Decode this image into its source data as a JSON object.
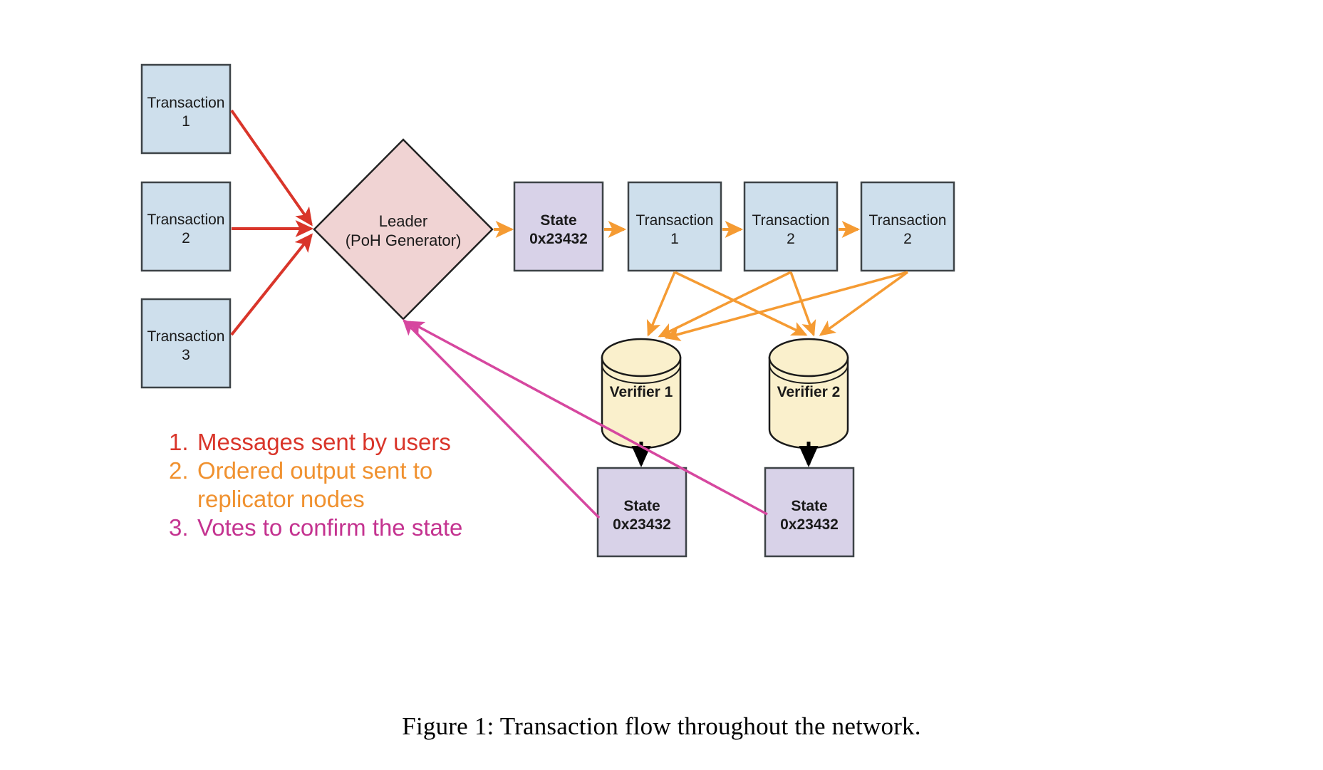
{
  "figure": {
    "caption": "Figure 1: Transaction flow throughout the network.",
    "background": "#ffffff"
  },
  "colors": {
    "transaction_fill": "#cedfec",
    "transaction_stroke": "#3d4347",
    "state_fill": "#d8d2e8",
    "state_stroke": "#3d4347",
    "leader_fill": "#f0d3d3",
    "leader_stroke": "#222222",
    "verifier_fill": "#faf0cc",
    "verifier_stroke": "#1a1a1a",
    "arrow_red": "#d9352a",
    "arrow_orange": "#f59b33",
    "arrow_magenta": "#d6479f",
    "arrow_black": "#000000"
  },
  "input_transactions": [
    {
      "title": "Transaction",
      "number": "1"
    },
    {
      "title": "Transaction",
      "number": "2"
    },
    {
      "title": "Transaction",
      "number": "3"
    }
  ],
  "leader": {
    "line1": "Leader",
    "line2": "(PoH Generator)"
  },
  "ledger_chain": [
    {
      "title": "State",
      "number": "0x23432",
      "kind": "state"
    },
    {
      "title": "Transaction",
      "number": "1",
      "kind": "transaction"
    },
    {
      "title": "Transaction",
      "number": "2",
      "kind": "transaction"
    },
    {
      "title": "Transaction",
      "number": "2",
      "kind": "transaction"
    }
  ],
  "verifiers": [
    {
      "label": "Verifier 1"
    },
    {
      "label": "Verifier 2"
    }
  ],
  "verifier_states": [
    {
      "title": "State",
      "number": "0x23432"
    },
    {
      "title": "State",
      "number": "0x23432"
    }
  ],
  "legend": [
    {
      "number": "1.",
      "text": "Messages sent by users",
      "color": "#d9352a",
      "line2": ""
    },
    {
      "number": "2.",
      "text": "Ordered output sent to",
      "color": "#f0912f",
      "line2": "replicator nodes"
    },
    {
      "number": "3.",
      "text": "Votes to confirm the state",
      "color": "#c43390",
      "line2": ""
    }
  ]
}
